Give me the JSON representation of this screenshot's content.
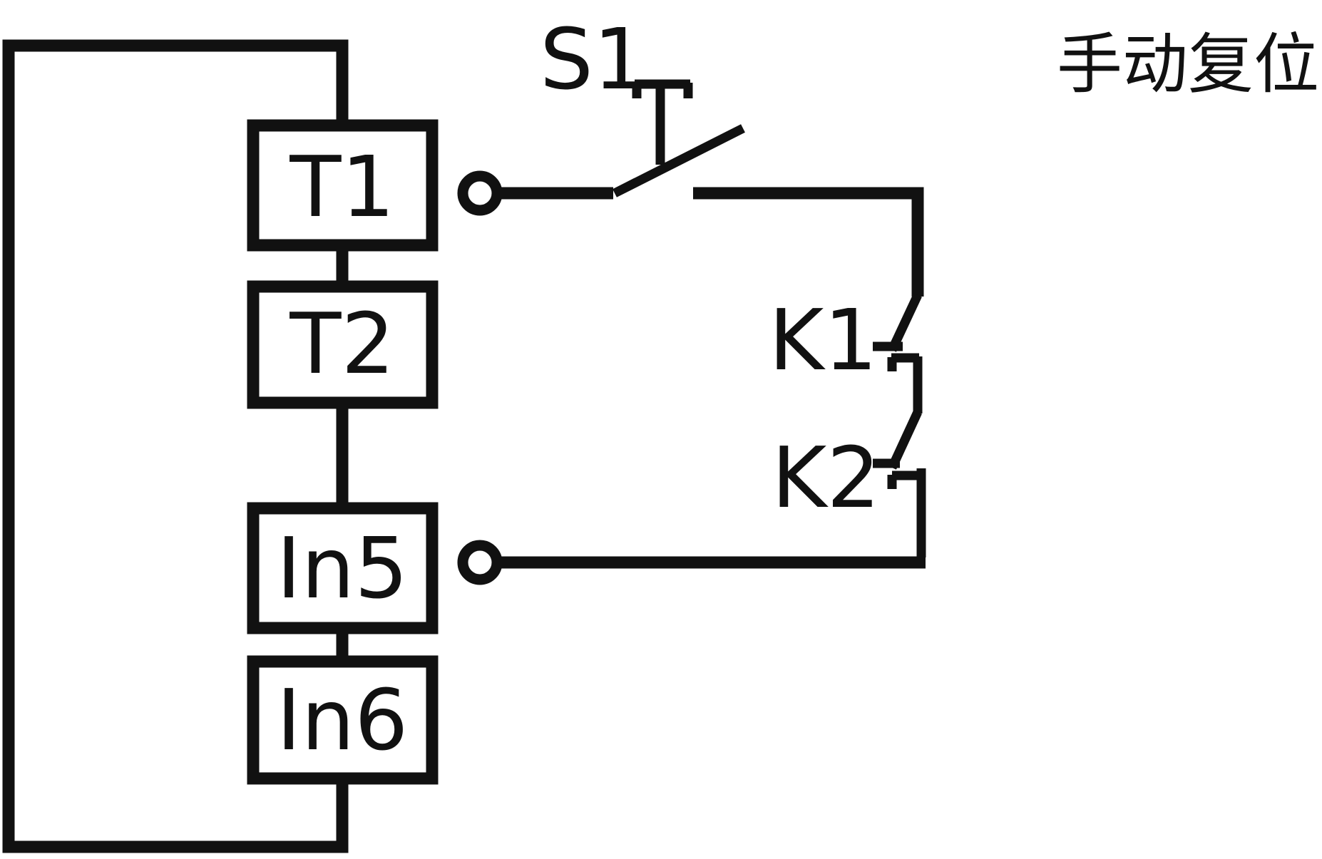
{
  "title": "手动复位",
  "blocks": [
    "T1",
    "T2",
    "In5",
    "In6"
  ],
  "devices": {
    "switch": "S1",
    "contact_1": "K1",
    "contact_2": "K2"
  },
  "colors": {
    "line": "#111111",
    "background": "#ffffff"
  }
}
